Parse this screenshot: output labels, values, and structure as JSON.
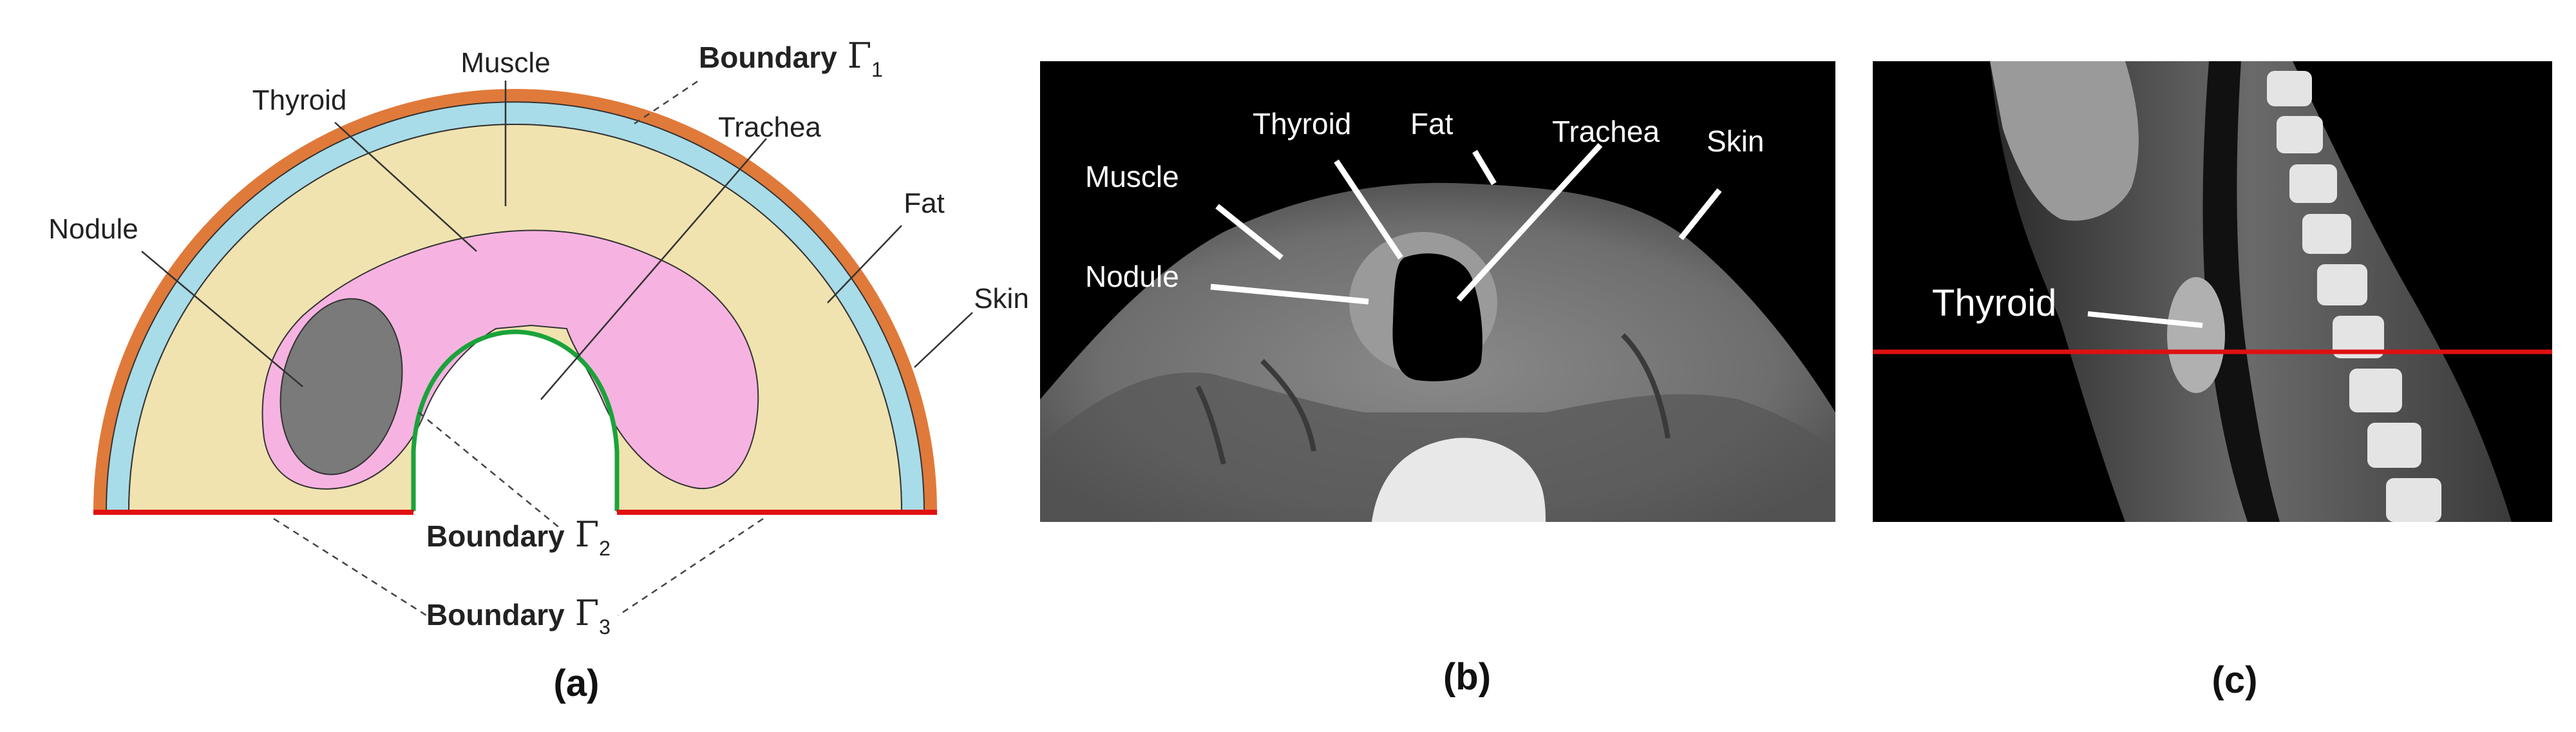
{
  "panel_a": {
    "labels": {
      "muscle": "Muscle",
      "thyroid": "Thyroid",
      "trachea": "Trachea",
      "nodule": "Nodule",
      "fat": "Fat",
      "skin": "Skin",
      "boundary_word": "Boundary",
      "gamma1": "Γ",
      "gamma1_sub": "1",
      "gamma2": "Γ",
      "gamma2_sub": "2",
      "gamma3": "Γ",
      "gamma3_sub": "3"
    },
    "colors": {
      "skin": "#e07a3a",
      "fat": "#a8dce8",
      "muscle": "#f1e3b0",
      "thyroid": "#f6b3e1",
      "nodule": "#7a7a7a",
      "trachea_boundary": "#1aa33a",
      "boundary3": "#e01010"
    },
    "caption": "(a)"
  },
  "panel_b": {
    "labels": {
      "muscle": "Muscle",
      "thyroid": "Thyroid",
      "fat": "Fat",
      "trachea": "Trachea",
      "skin": "Skin",
      "nodule": "Nodule"
    },
    "caption": "(b)"
  },
  "panel_c": {
    "labels": {
      "thyroid": "Thyroid"
    },
    "colors": {
      "slice_line": "#e01010"
    },
    "caption": "(c)"
  }
}
